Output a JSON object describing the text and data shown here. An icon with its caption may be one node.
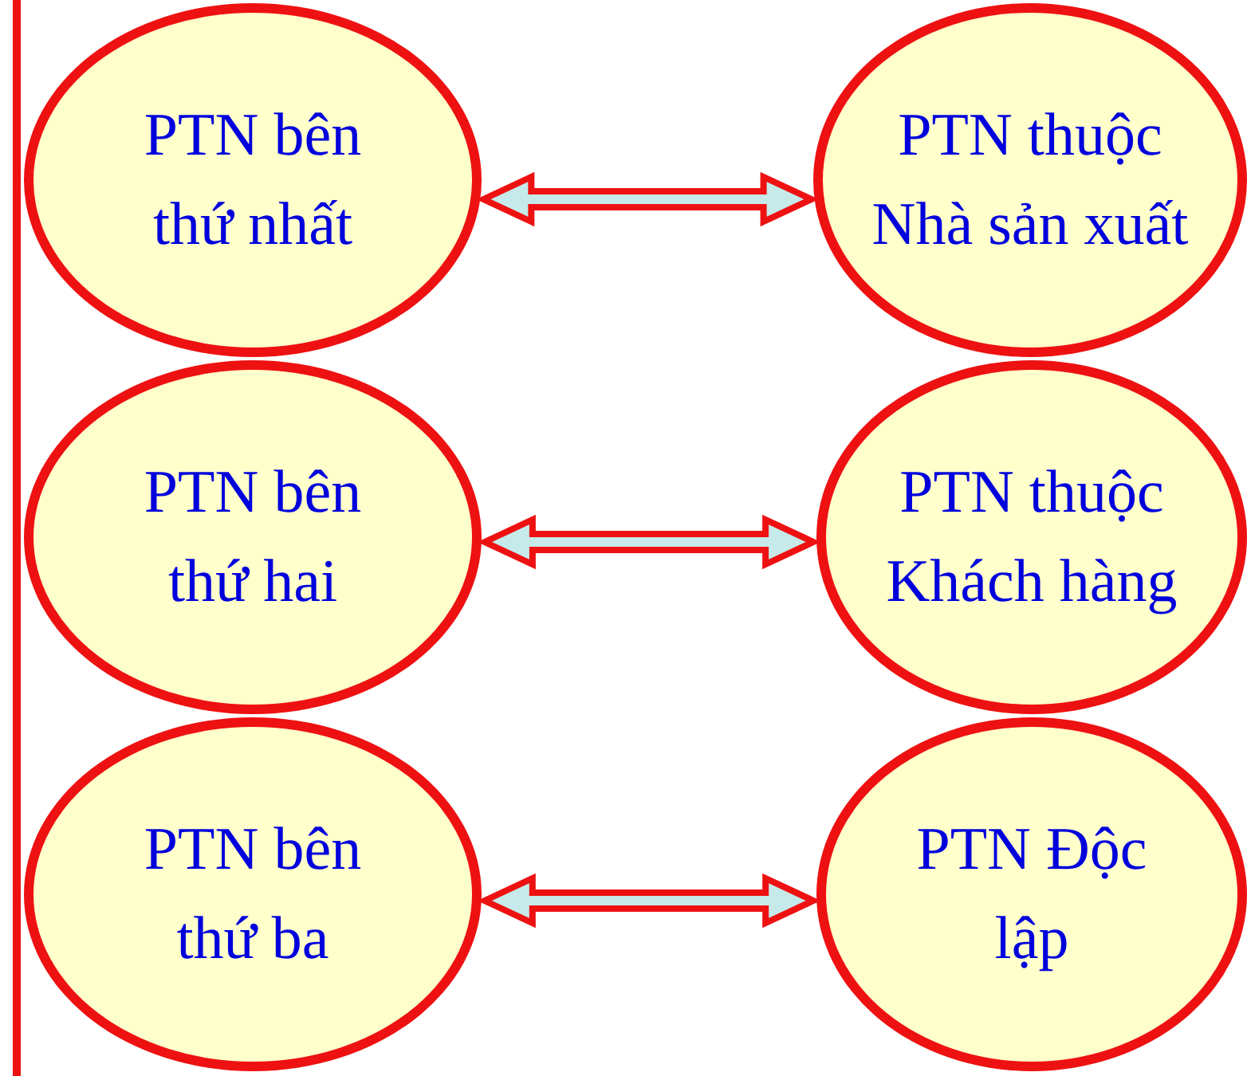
{
  "diagram": {
    "nodes": [
      {
        "text": [
          "PTN bên thứ nhất"
        ]
      },
      {
        "text": [
          "PTN thuộc Nhà sản xuất"
        ]
      },
      {
        "text": [
          "PTN bên thứ hai"
        ]
      },
      {
        "text": [
          "PTN thuộc Khách hàng"
        ]
      },
      {
        "text": [
          "PTN bên thứ ba"
        ]
      },
      {
        "text": [
          "PTN Độc lập"
        ]
      }
    ],
    "edges": [
      {
        "from": 0,
        "to": 1,
        "arrow": "both"
      },
      {
        "from": 2,
        "to": 3,
        "arrow": "both"
      },
      {
        "from": 4,
        "to": 5,
        "arrow": "both"
      }
    ]
  }
}
